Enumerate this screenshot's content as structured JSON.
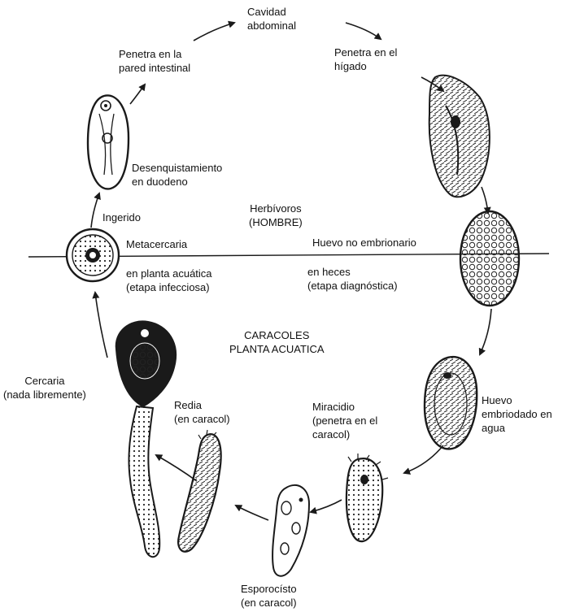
{
  "colors": {
    "ink": "#1a1a1a",
    "paper": "#ffffff"
  },
  "labels": {
    "cavidad": [
      "Cavidad",
      "abdominal"
    ],
    "penetra_higado": [
      "Penetra en el",
      "hígado"
    ],
    "penetra_pared": [
      "Penetra en la",
      "pared intestinal"
    ],
    "desenquistamiento": [
      "Desenquistamiento",
      "en duodeno"
    ],
    "herbivoros": [
      "Herbívoros",
      "(HOMBRE)"
    ],
    "ingerido": "Ingerido",
    "metacercaria": "Metacercaria",
    "planta_acuatica_meta": [
      "en planta acuática",
      "(etapa infecciosa)"
    ],
    "huevo_no_embrionario": "Huevo no embrionario",
    "en_heces": [
      "en heces",
      "(etapa diagnóstica)"
    ],
    "caracoles": [
      "CARACOLES",
      "PLANTA ACUATICA"
    ],
    "cercaria": [
      "Cercaria",
      "(nada libremente)"
    ],
    "redia": [
      "Redia",
      "(en caracol)"
    ],
    "miracidio": [
      "Miracidio",
      "(penetra en el",
      "caracol)"
    ],
    "huevo_embriodado": [
      "Huevo",
      "embriodado en",
      "agua"
    ],
    "esporocisto": [
      "Esporocísto",
      "(en caracol)"
    ]
  },
  "stages": [
    {
      "name": "adult-fluke-liver",
      "icon": "liver-fluke-icon"
    },
    {
      "name": "unembryonated-egg",
      "icon": "egg-icon"
    },
    {
      "name": "embryonated-egg",
      "icon": "embryonated-egg-icon"
    },
    {
      "name": "miracidium",
      "icon": "miracidium-icon"
    },
    {
      "name": "sporocyst",
      "icon": "sporocyst-icon"
    },
    {
      "name": "redia",
      "icon": "redia-icon"
    },
    {
      "name": "cercaria",
      "icon": "cercaria-icon"
    },
    {
      "name": "metacercaria",
      "icon": "metacercaria-icon"
    },
    {
      "name": "excysted-juvenile",
      "icon": "juvenile-fluke-icon"
    }
  ]
}
